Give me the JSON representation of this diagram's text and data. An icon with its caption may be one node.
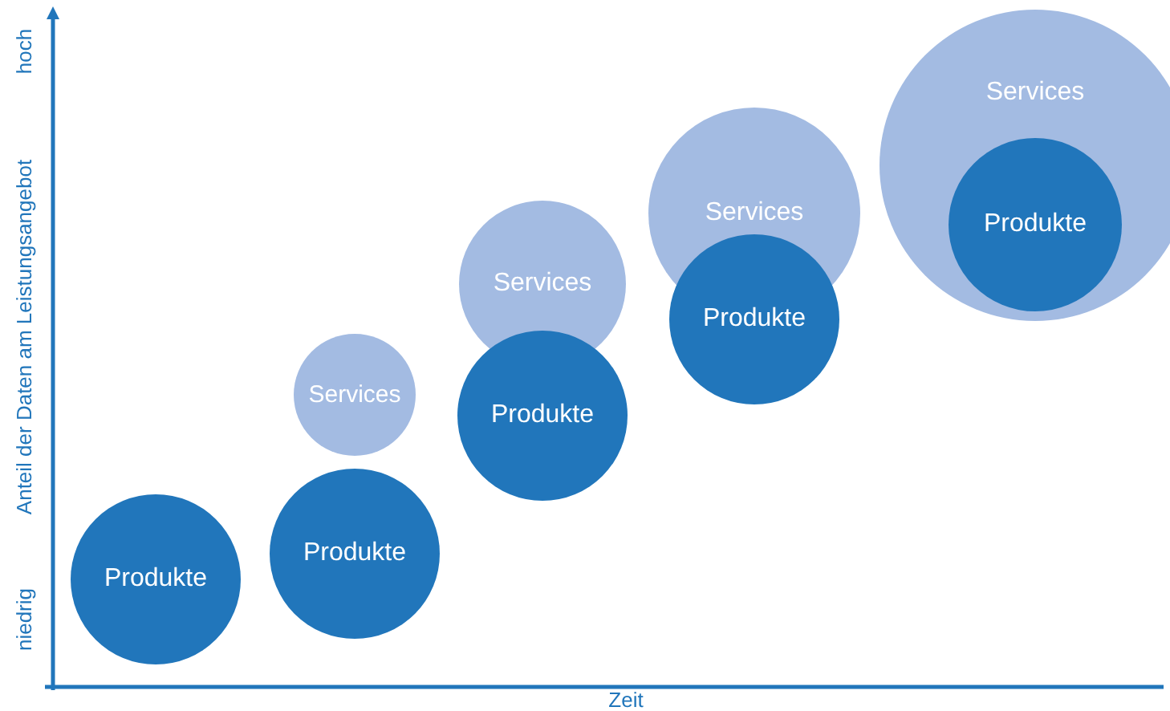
{
  "diagram": {
    "nodes": [
      {
        "text": [
          "Produkte"
        ]
      },
      {
        "text": [
          "Services"
        ]
      },
      {
        "text": [
          "Produkte"
        ]
      },
      {
        "text": [
          "Services"
        ]
      },
      {
        "text": [
          "Produkte"
        ]
      },
      {
        "text": [
          "Services"
        ]
      },
      {
        "text": [
          "Produkte"
        ]
      },
      {
        "text": [
          "Services"
        ]
      },
      {
        "text": [
          "Produkte"
        ],
        "in": 7
      }
    ],
    "edges": [],
    "labels": [
      "hoch",
      "Anteil der Daten am Leistungsangebot",
      "niedrig",
      "Zeit"
    ]
  }
}
